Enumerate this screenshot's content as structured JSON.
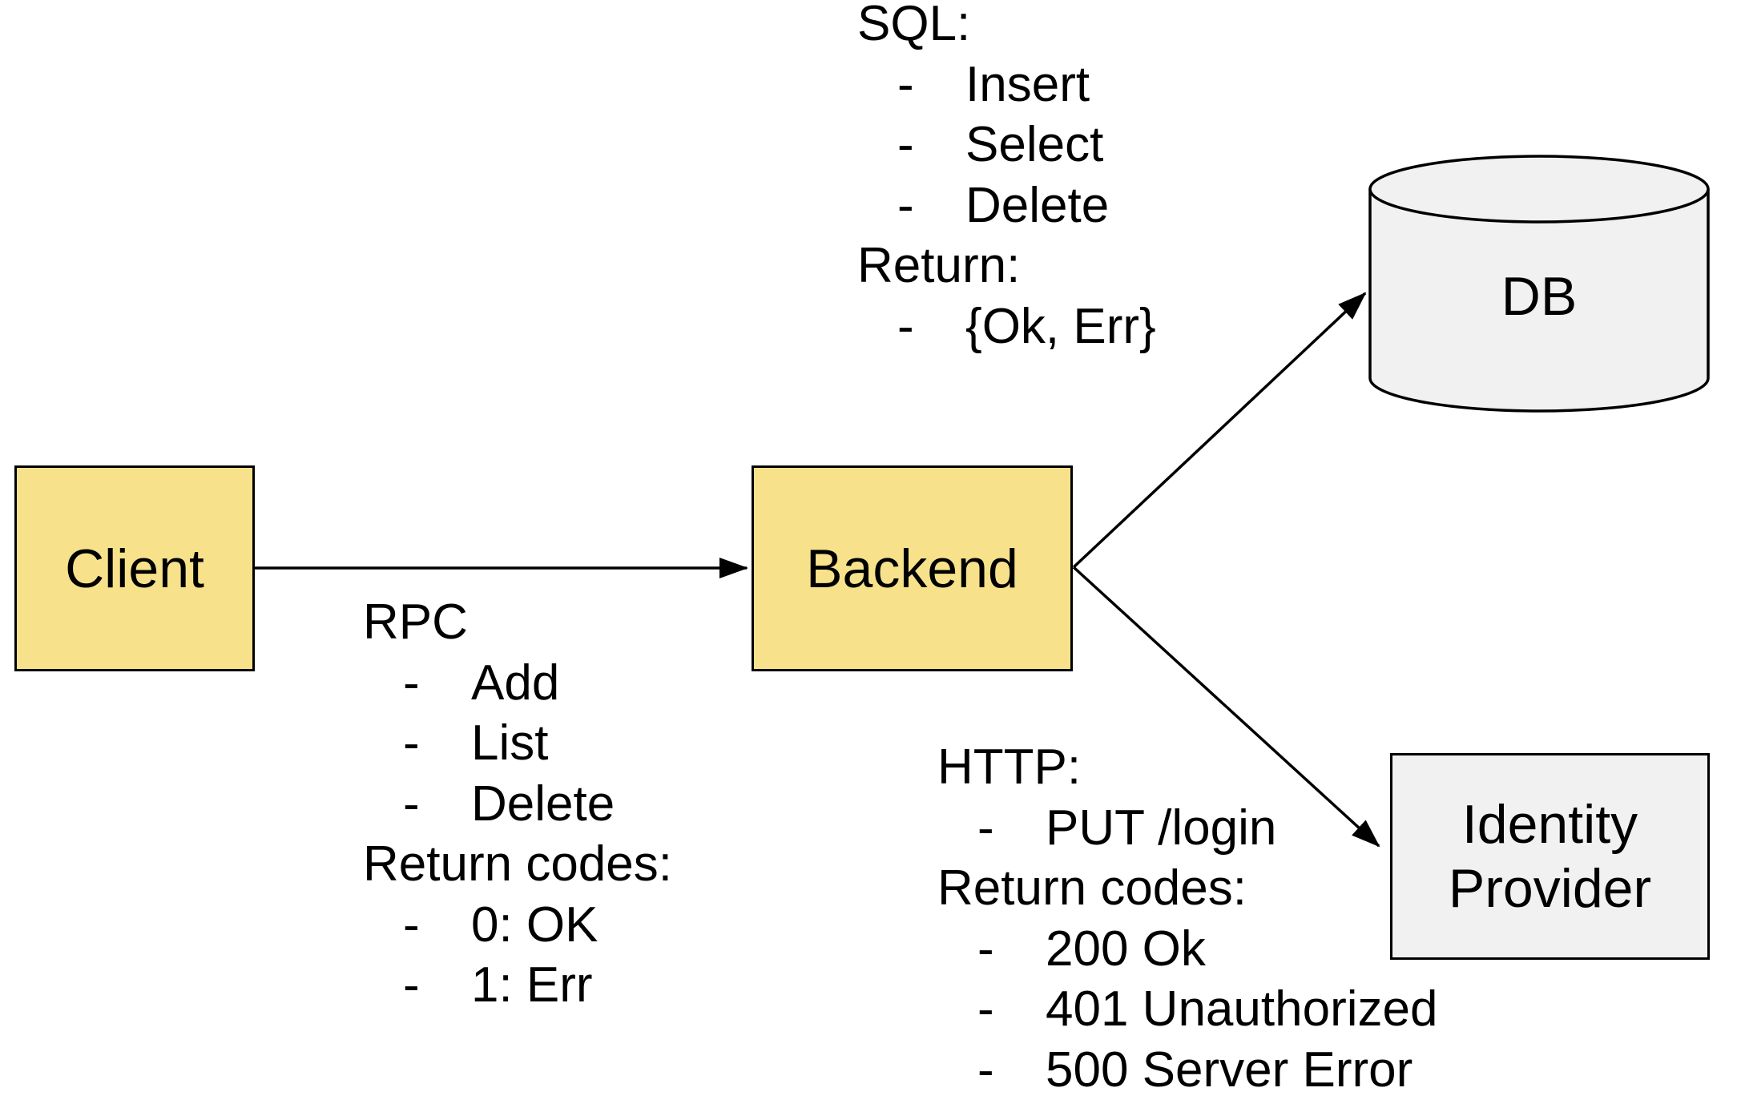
{
  "colors": {
    "node_yellow": "#F7E28B",
    "node_gray": "#F1F1F1",
    "stroke": "#000000"
  },
  "glyphs": {
    "bullet": "-"
  },
  "nodes": {
    "client": {
      "label": "Client"
    },
    "backend": {
      "label": "Backend"
    },
    "db": {
      "label": "DB"
    },
    "identity_provider": {
      "line1": "Identity",
      "line2": "Provider"
    }
  },
  "annotations": {
    "sql": {
      "heading": "SQL:",
      "items": [
        "Insert",
        "Select",
        "Delete"
      ],
      "subheading": "Return:",
      "subitems": [
        "{Ok, Err}"
      ]
    },
    "rpc": {
      "heading": "RPC",
      "items": [
        "Add",
        "List",
        "Delete"
      ],
      "subheading": "Return codes:",
      "subitems": [
        "0: OK",
        "1: Err"
      ]
    },
    "http": {
      "heading": "HTTP:",
      "items": [
        "PUT /login"
      ],
      "subheading": "Return codes:",
      "subitems": [
        "200 Ok",
        "401 Unauthorized",
        "500 Server Error"
      ]
    }
  }
}
